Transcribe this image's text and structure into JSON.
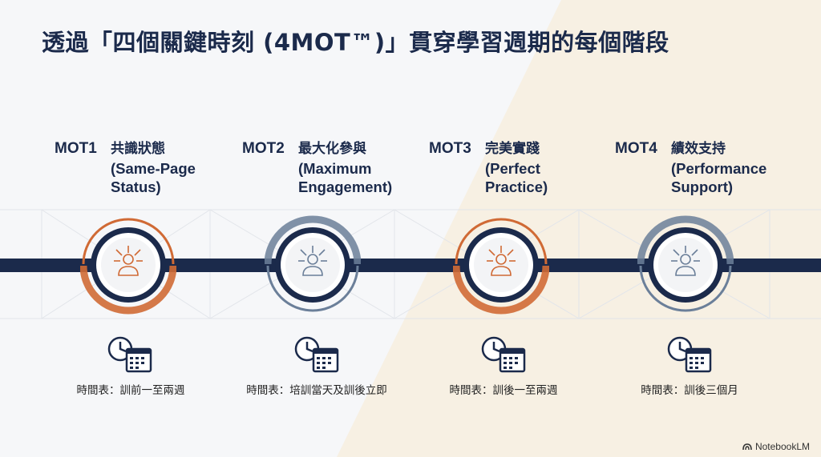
{
  "title": "透過「四個關鍵時刻 (4MOT™)」貫穿學習週期的每個階段",
  "stages": [
    {
      "id": "MOT1",
      "name_zh": "共識狀態",
      "name_en": "(Same-Page\nStatus)",
      "schedule": "時間表：訓前一至兩週",
      "accent": "#d06a35"
    },
    {
      "id": "MOT2",
      "name_zh": "最大化參與",
      "name_en": "(Maximum\nEngagement)",
      "schedule": "時間表：培訓當天及訓後立即",
      "accent": "#6b7f99"
    },
    {
      "id": "MOT3",
      "name_zh": "完美實踐",
      "name_en": "(Perfect\nPractice)",
      "schedule": "時間表：訓後一至兩週",
      "accent": "#d06a35"
    },
    {
      "id": "MOT4",
      "name_zh": "績效支持",
      "name_en": "(Performance\nSupport)",
      "schedule": "時間表：訓後三個月",
      "accent": "#6b7f99"
    }
  ],
  "colors": {
    "navy": "#1b2a4b",
    "orange": "#d06a35",
    "slate": "#6b7f99"
  },
  "icons": [
    "person-network-icon",
    "clock-icon",
    "calendar-icon"
  ],
  "brand": "NotebookLM"
}
